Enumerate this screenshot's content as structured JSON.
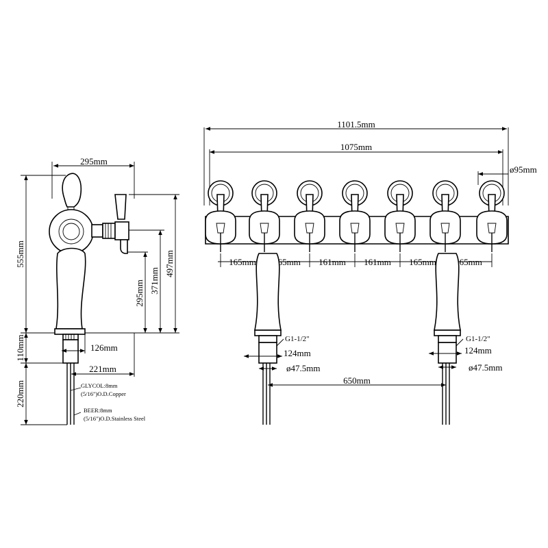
{
  "side_view": {
    "dim_width": "295mm",
    "dim_total_height": "555mm",
    "dim_height_497": "497mm",
    "dim_height_371": "371mm",
    "dim_height_295": "295mm",
    "dim_base_126": "126mm",
    "dim_base_110": "110mm",
    "dim_221": "221mm",
    "dim_220": "220mm",
    "glycol_label": "GLYCOL:8mm",
    "glycol_spec": "(5/16\")O.D.Copper",
    "beer_label": "BEER:8mm",
    "beer_spec": "(5/16\")O.D.Stainless Steel"
  },
  "front_view": {
    "dim_overall": "1101.5mm",
    "dim_span": "1075mm",
    "dim_handle_diameter": "ø95mm",
    "spacings": [
      "165mm",
      "165mm",
      "161mm",
      "161mm",
      "165mm",
      "165mm"
    ],
    "thread_left": "G1-1/2\"",
    "thread_right": "G1-1/2\"",
    "flange_left": "124mm",
    "flange_right": "124mm",
    "shank_left": "ø47.5mm",
    "shank_right": "ø47.5mm",
    "column_spacing": "650mm"
  }
}
